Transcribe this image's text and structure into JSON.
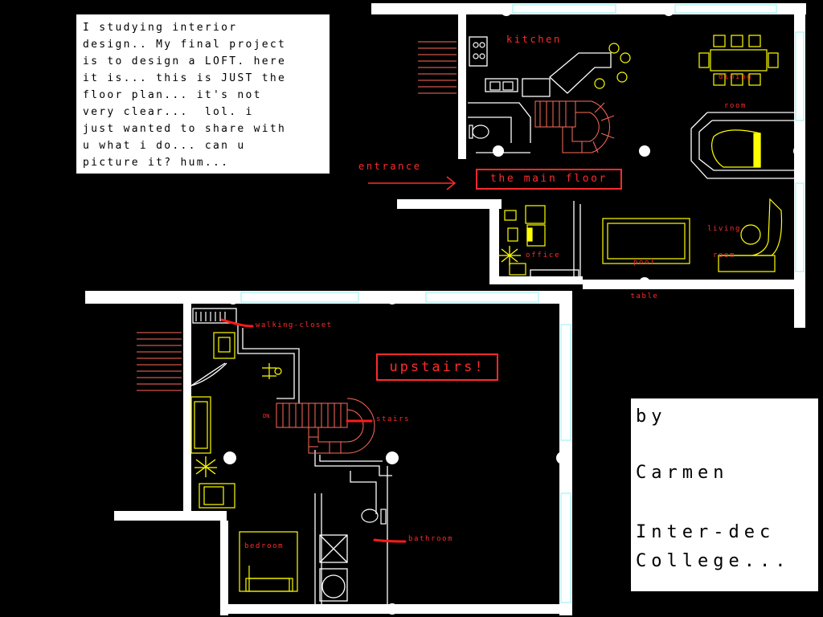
{
  "intro_text": "I studying interior\ndesign.. My final project\nis to design a LOFT. here\nit is... this is JUST the\nfloor plan... it's not\nvery clear...  lol. i\njust wanted to share with\nu what i do... can u\npicture it? hum...",
  "credit": {
    "line1": "by",
    "line2": "Carmen",
    "line3": "Inter-dec",
    "line4": "College..."
  },
  "main_floor": {
    "title": "the main floor",
    "entrance": "entrance",
    "kitchen": "kitchen",
    "dining_room": [
      "dining",
      "room"
    ],
    "living_room": [
      "living",
      "room"
    ],
    "pool_table": [
      "pool",
      "table"
    ],
    "office": "office"
  },
  "upstairs": {
    "title": "upstairs!",
    "walking_closet": "walking-closet",
    "stairs": "stairs",
    "bathroom": "bathroom",
    "bedroom": "bedroom",
    "stair_marker": "DN"
  },
  "colors": {
    "background": "#000000",
    "wall": "#ffffff",
    "label": "#ff2b2b",
    "furniture": "#ffff00",
    "stairs": "#ff6b5a",
    "window": "#8ff0f0"
  }
}
